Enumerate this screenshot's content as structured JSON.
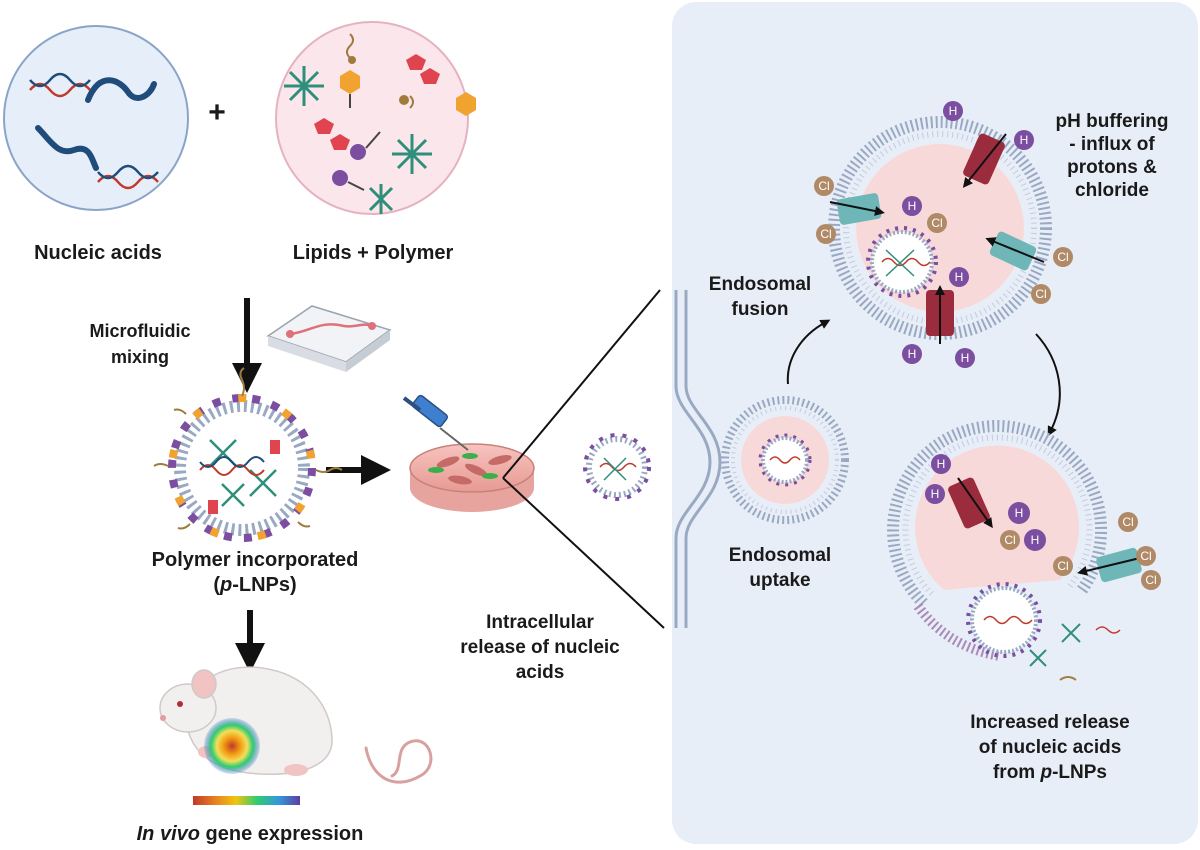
{
  "labels": {
    "nucleic_acids": "Nucleic acids",
    "plus": "+",
    "lipids_polymer": "Lipids + Polymer",
    "microfluidic": [
      "Microfluidic",
      "mixing"
    ],
    "polymer_incorporated": "Polymer incorporated",
    "p_lnps_open": "(",
    "p_lnps_p": "p",
    "p_lnps_rest": "-LNPs)",
    "intracellular": [
      "Intracellular",
      "release of nucleic",
      "acids"
    ],
    "in_vivo_italic": "In vivo",
    "in_vivo_rest": " gene expression",
    "endosomal_fusion": [
      "Endosomal",
      "fusion"
    ],
    "endosomal_uptake": [
      "Endosomal",
      "uptake"
    ],
    "ph_buffering": [
      "pH buffering",
      "- influx of",
      "protons &",
      "chloride"
    ],
    "increased_release": [
      "Increased release",
      "of nucleic acids"
    ],
    "from_prefix": "from ",
    "from_p": "p",
    "from_rest": "-LNPs"
  },
  "ions": {
    "proton": "H",
    "chloride": "Cl"
  },
  "colors": {
    "panel_bg": "#e8eef7",
    "nucleic_circle": "#e6eef9",
    "lipid_circle": "#fbe6ec",
    "endosome_lumen": "#f8d9d9",
    "membrane_head": "#9aa9c3",
    "proton": "#7b4ea0",
    "chloride": "#b08a66",
    "channel_red": "#9b2c3e",
    "channel_teal": "#6fb6b8",
    "dna_blue": "#1f4c7a",
    "dna_red": "#c0392b"
  }
}
